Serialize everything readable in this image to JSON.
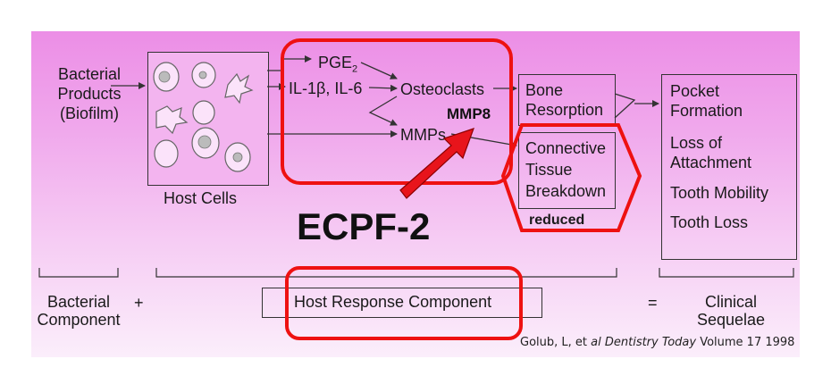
{
  "inputs": {
    "bacterial_products": [
      "Bacterial",
      "Products",
      "(Biofilm)"
    ],
    "host_cells_label": "Host Cells"
  },
  "mediators": {
    "pge": "PGE",
    "pge_sub": "2",
    "il": "IL-1β, IL-6",
    "osteoclasts": "Osteoclasts",
    "mmps": "MMPs",
    "mmp8": "MMP8"
  },
  "outcomes": {
    "bone_resorption": [
      "Bone",
      "Resorption"
    ],
    "connective_tissue": [
      "Connective",
      "Tissue",
      "Breakdown"
    ],
    "reduced": "reduced"
  },
  "sequelae": [
    "Pocket",
    "Formation",
    "Loss of",
    "Attachment",
    "Tooth Mobility",
    "Tooth Loss"
  ],
  "drug_label": "ECPF-2",
  "components": {
    "bacterial": [
      "Bacterial",
      "Component"
    ],
    "plus": "+",
    "host": "Host Response Component",
    "equals": "=",
    "clinical": [
      "Clinical",
      "Sequelae"
    ]
  },
  "citation": {
    "prefix": "Golub,  L, et ",
    "italic_al": "al",
    "italic_journal": "Dentistry Today",
    "suffix": " Volume 17 1998"
  },
  "colors": {
    "highlight_red": "#ee1111",
    "arrow_fill": "#e8141b"
  }
}
